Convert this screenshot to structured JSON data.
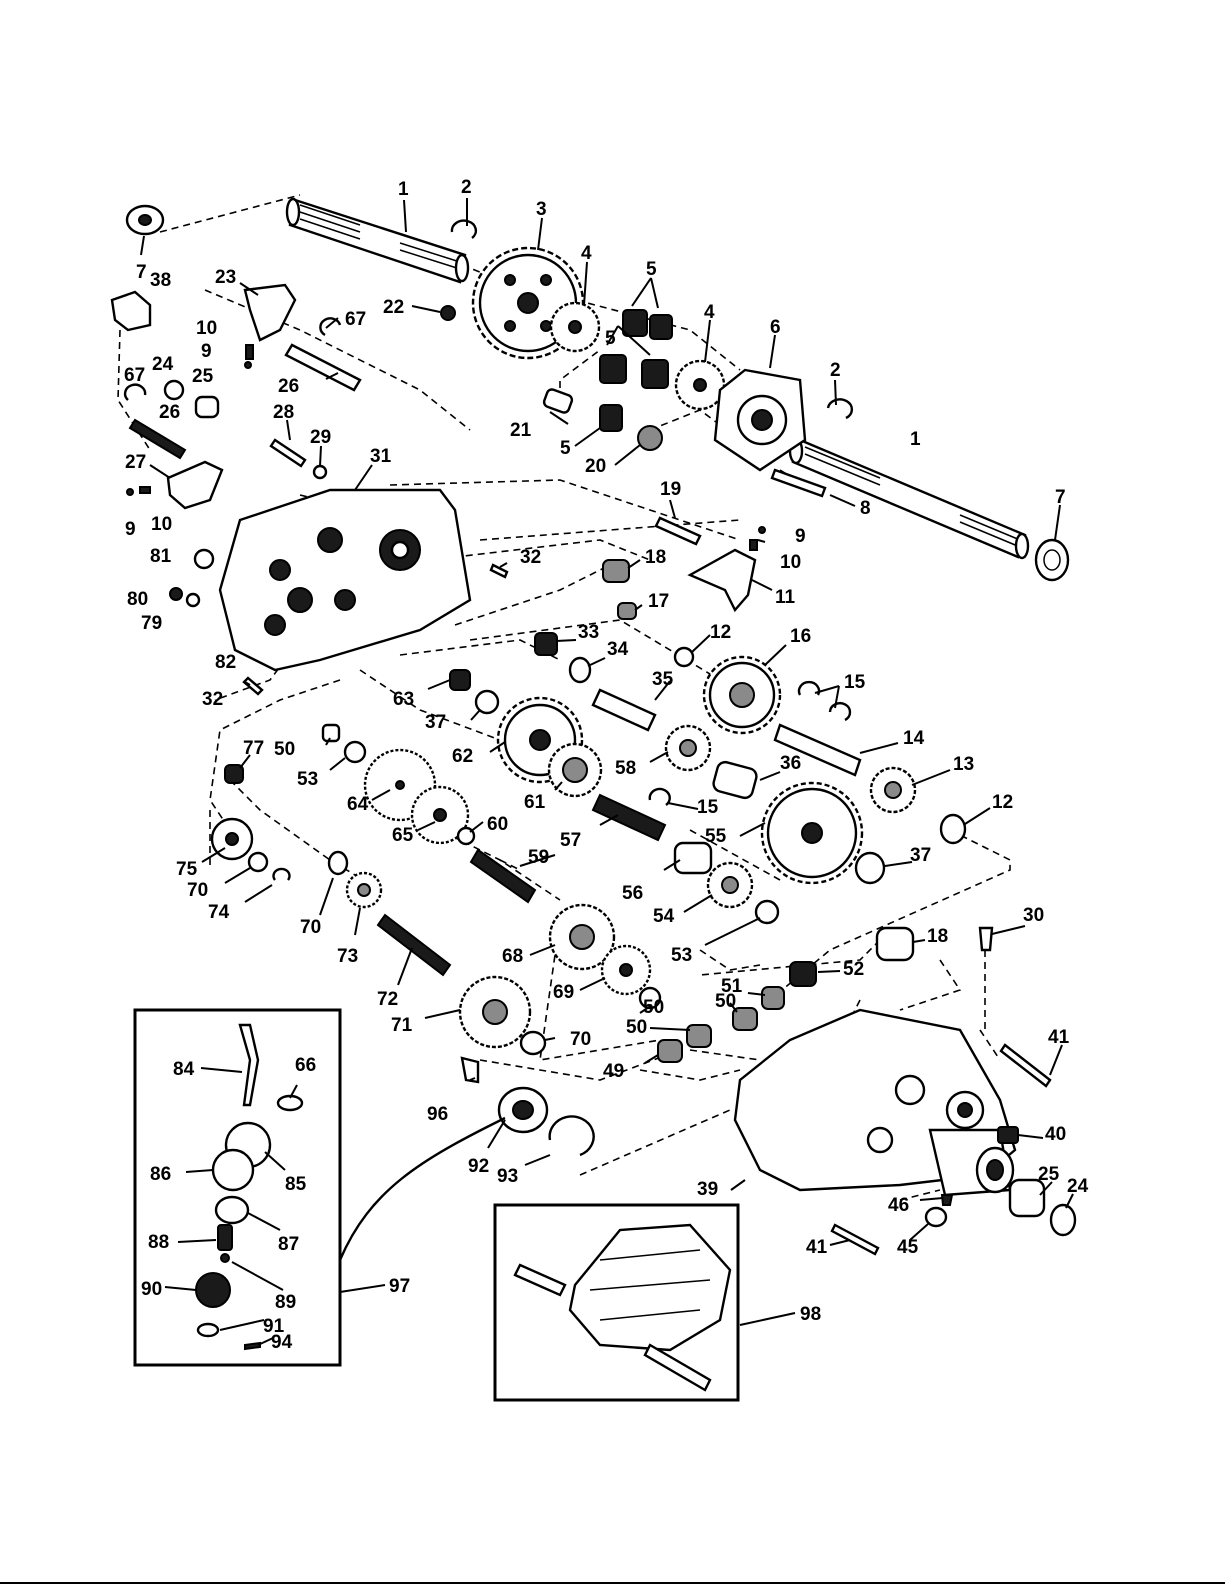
{
  "callouts": [
    {
      "id": "c1a",
      "text": "1"
    },
    {
      "id": "c1b",
      "text": "1"
    },
    {
      "id": "c2a",
      "text": "2"
    },
    {
      "id": "c2b",
      "text": "2"
    },
    {
      "id": "c3",
      "text": "3"
    },
    {
      "id": "c4a",
      "text": "4"
    },
    {
      "id": "c4b",
      "text": "4"
    },
    {
      "id": "c5a",
      "text": "5"
    },
    {
      "id": "c5b",
      "text": "5"
    },
    {
      "id": "c5c",
      "text": "5"
    },
    {
      "id": "c6",
      "text": "6"
    },
    {
      "id": "c7a",
      "text": "7"
    },
    {
      "id": "c7b",
      "text": "7"
    },
    {
      "id": "c8",
      "text": "8"
    },
    {
      "id": "c9a",
      "text": "9"
    },
    {
      "id": "c9b",
      "text": "9"
    },
    {
      "id": "c9c",
      "text": "9"
    },
    {
      "id": "c10a",
      "text": "10"
    },
    {
      "id": "c10b",
      "text": "10"
    },
    {
      "id": "c10c",
      "text": "10"
    },
    {
      "id": "c11",
      "text": "11"
    },
    {
      "id": "c12a",
      "text": "12"
    },
    {
      "id": "c12b",
      "text": "12"
    },
    {
      "id": "c13",
      "text": "13"
    },
    {
      "id": "c14",
      "text": "14"
    },
    {
      "id": "c15a",
      "text": "15"
    },
    {
      "id": "c15b",
      "text": "15"
    },
    {
      "id": "c16",
      "text": "16"
    },
    {
      "id": "c17",
      "text": "17"
    },
    {
      "id": "c18a",
      "text": "18"
    },
    {
      "id": "c18b",
      "text": "18"
    },
    {
      "id": "c19",
      "text": "19"
    },
    {
      "id": "c20",
      "text": "20"
    },
    {
      "id": "c21",
      "text": "21"
    },
    {
      "id": "c22",
      "text": "22"
    },
    {
      "id": "c23",
      "text": "23"
    },
    {
      "id": "c24a",
      "text": "24"
    },
    {
      "id": "c24b",
      "text": "24"
    },
    {
      "id": "c25a",
      "text": "25"
    },
    {
      "id": "c25b",
      "text": "25"
    },
    {
      "id": "c26a",
      "text": "26"
    },
    {
      "id": "c26b",
      "text": "26"
    },
    {
      "id": "c27",
      "text": "27"
    },
    {
      "id": "c28",
      "text": "28"
    },
    {
      "id": "c29",
      "text": "29"
    },
    {
      "id": "c30",
      "text": "30"
    },
    {
      "id": "c31",
      "text": "31"
    },
    {
      "id": "c32a",
      "text": "32"
    },
    {
      "id": "c32b",
      "text": "32"
    },
    {
      "id": "c33",
      "text": "33"
    },
    {
      "id": "c34",
      "text": "34"
    },
    {
      "id": "c35",
      "text": "35"
    },
    {
      "id": "c36",
      "text": "36"
    },
    {
      "id": "c37a",
      "text": "37"
    },
    {
      "id": "c37b",
      "text": "37"
    },
    {
      "id": "c38",
      "text": "38"
    },
    {
      "id": "c39",
      "text": "39"
    },
    {
      "id": "c40",
      "text": "40"
    },
    {
      "id": "c41a",
      "text": "41"
    },
    {
      "id": "c41b",
      "text": "41"
    },
    {
      "id": "c45",
      "text": "45"
    },
    {
      "id": "c46",
      "text": "46"
    },
    {
      "id": "c49",
      "text": "49"
    },
    {
      "id": "c50a",
      "text": "50"
    },
    {
      "id": "c50b",
      "text": "50"
    },
    {
      "id": "c50c",
      "text": "50"
    },
    {
      "id": "c50d",
      "text": "50"
    },
    {
      "id": "c51",
      "text": "51"
    },
    {
      "id": "c52",
      "text": "52"
    },
    {
      "id": "c53a",
      "text": "53"
    },
    {
      "id": "c53b",
      "text": "53"
    },
    {
      "id": "c54",
      "text": "54"
    },
    {
      "id": "c55",
      "text": "55"
    },
    {
      "id": "c56",
      "text": "56"
    },
    {
      "id": "c57",
      "text": "57"
    },
    {
      "id": "c58",
      "text": "58"
    },
    {
      "id": "c59",
      "text": "59"
    },
    {
      "id": "c60",
      "text": "60"
    },
    {
      "id": "c61",
      "text": "61"
    },
    {
      "id": "c62",
      "text": "62"
    },
    {
      "id": "c63",
      "text": "63"
    },
    {
      "id": "c64",
      "text": "64"
    },
    {
      "id": "c65",
      "text": "65"
    },
    {
      "id": "c66",
      "text": "66"
    },
    {
      "id": "c67a",
      "text": "67"
    },
    {
      "id": "c67b",
      "text": "67"
    },
    {
      "id": "c68",
      "text": "68"
    },
    {
      "id": "c69",
      "text": "69"
    },
    {
      "id": "c70a",
      "text": "70"
    },
    {
      "id": "c70b",
      "text": "70"
    },
    {
      "id": "c70c",
      "text": "70"
    },
    {
      "id": "c71",
      "text": "71"
    },
    {
      "id": "c72",
      "text": "72"
    },
    {
      "id": "c73",
      "text": "73"
    },
    {
      "id": "c74",
      "text": "74"
    },
    {
      "id": "c75",
      "text": "75"
    },
    {
      "id": "c77",
      "text": "77"
    },
    {
      "id": "c79",
      "text": "79"
    },
    {
      "id": "c80",
      "text": "80"
    },
    {
      "id": "c81",
      "text": "81"
    },
    {
      "id": "c82",
      "text": "82"
    },
    {
      "id": "c84",
      "text": "84"
    },
    {
      "id": "c85",
      "text": "85"
    },
    {
      "id": "c86",
      "text": "86"
    },
    {
      "id": "c87",
      "text": "87"
    },
    {
      "id": "c88",
      "text": "88"
    },
    {
      "id": "c89",
      "text": "89"
    },
    {
      "id": "c90",
      "text": "90"
    },
    {
      "id": "c91",
      "text": "91"
    },
    {
      "id": "c92",
      "text": "92"
    },
    {
      "id": "c93",
      "text": "93"
    },
    {
      "id": "c94",
      "text": "94"
    },
    {
      "id": "c96",
      "text": "96"
    },
    {
      "id": "c97",
      "text": "97"
    },
    {
      "id": "c98",
      "text": "98"
    }
  ]
}
